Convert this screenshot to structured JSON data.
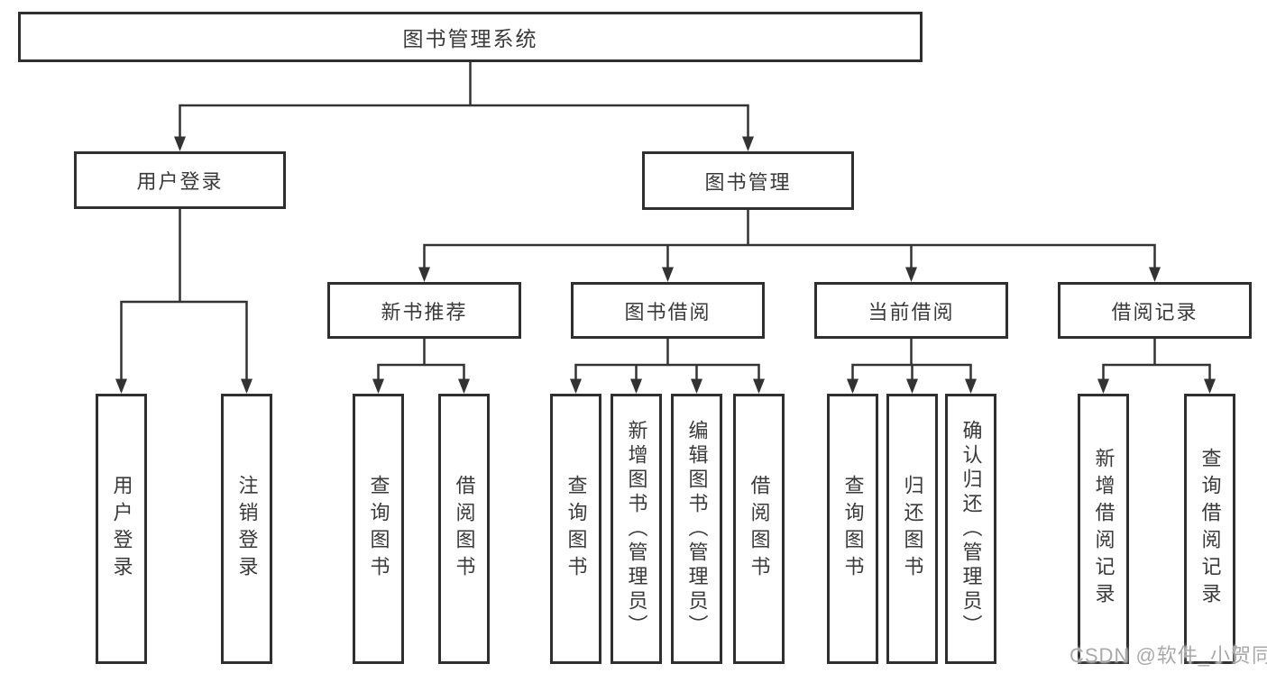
{
  "diagram_title": "图书管理系统",
  "watermark": {
    "text": "CSDN @软件_小贺同学"
  },
  "colors": {
    "line": "#333333",
    "box_border": "#2f2f2f",
    "text": "#3a3a3a",
    "background": "#ffffff",
    "watermark": "#a9a9a9"
  },
  "tree": {
    "root": {
      "label": "图书管理系统"
    },
    "branches": [
      {
        "label": "用户登录",
        "children": [
          {
            "label": "用户登录"
          },
          {
            "label": "注销登录"
          }
        ]
      },
      {
        "label": "图书管理",
        "children": [
          {
            "label": "新书推荐",
            "children": [
              {
                "label": "查询图书"
              },
              {
                "label": "借阅图书"
              }
            ]
          },
          {
            "label": "图书借阅",
            "children": [
              {
                "label": "查询图书"
              },
              {
                "label": "新增图书（管理员）"
              },
              {
                "label": "编辑图书（管理员）"
              },
              {
                "label": "借阅图书"
              }
            ]
          },
          {
            "label": "当前借阅",
            "children": [
              {
                "label": "查询图书"
              },
              {
                "label": "归还图书"
              },
              {
                "label": "确认归还（管理员）"
              }
            ]
          },
          {
            "label": "借阅记录",
            "children": [
              {
                "label": "新增借阅记录"
              },
              {
                "label": "查询借阅记录"
              }
            ]
          }
        ]
      }
    ]
  }
}
